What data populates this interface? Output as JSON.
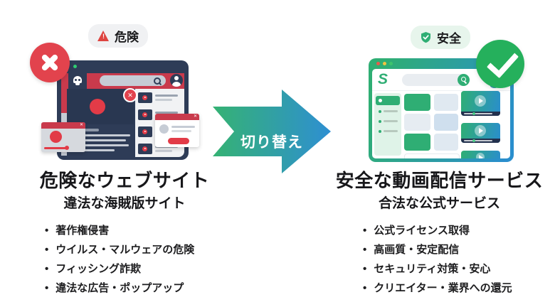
{
  "badges": {
    "danger_label": "危険",
    "safe_label": "安全"
  },
  "left": {
    "title": "危険なウェブサイト",
    "subtitle": "違法な海賊版サイト",
    "bullets": [
      "著作権侵害",
      "ウイルス・マルウェアの危険",
      "フィッシング詐欺",
      "違法な広告・ポップアップ"
    ]
  },
  "arrow": {
    "label": "切り替え"
  },
  "right": {
    "title": "安全な動画配信サービス",
    "subtitle": "合法な公式サービス",
    "logo": "S",
    "bullets": [
      "公式ライセンス取得",
      "高画質・安定配信",
      "セキュリティ対策・安心",
      "クリエイター・業界への還元"
    ]
  },
  "icons": {
    "warning-triangle-icon": "⚠",
    "shield-check-icon": "🛡",
    "x-mark-icon": "✕",
    "check-icon": "✓",
    "skull-icon": "☠",
    "search-icon": "⌕",
    "play-icon": "▶",
    "user-avatar-icon": "👤",
    "close-icon": "✕"
  },
  "colors": {
    "danger_red": "#e2434d",
    "header_red": "#c93a4c",
    "navy": "#2e3c57",
    "safe_green": "#2fae74",
    "check_green": "#25b05c",
    "gradient_blue": "#2a8ecd",
    "danger_badge_bg": "#f0f1f3",
    "safe_badge_bg": "#e7f5ec"
  }
}
